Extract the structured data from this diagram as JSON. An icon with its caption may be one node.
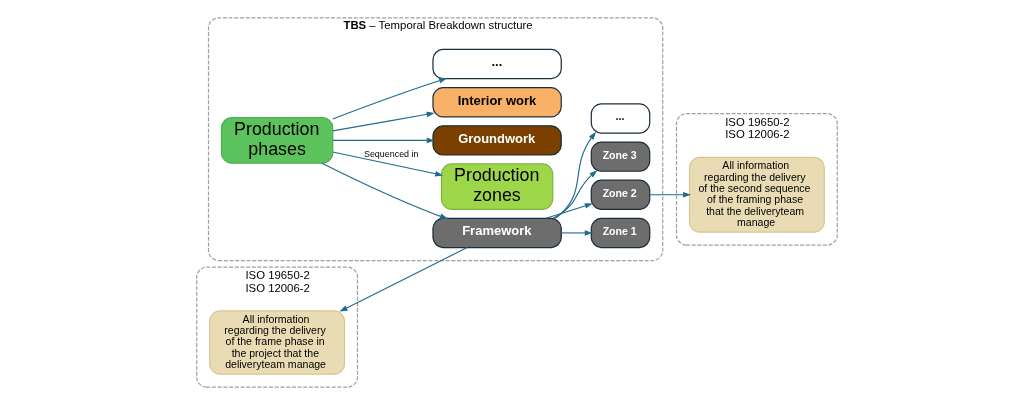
{
  "diagram": {
    "nodes": [
      {
        "text": [
          "**TBS** – Temporal Breakdown structure"
        ]
      },
      {
        "text": [
          "Production phases"
        ],
        "in": 0
      },
      {
        "text": [
          "Production zones"
        ],
        "in": 0
      },
      {
        "text": [
          "Groundwork"
        ],
        "in": 0
      },
      {
        "text": [
          "Framework"
        ],
        "in": 0
      },
      {
        "text": [
          "Interior work"
        ],
        "in": 0
      },
      {
        "text": [
          "..."
        ],
        "in": 0
      },
      {
        "text": [
          "Zone 1"
        ],
        "in": 0
      },
      {
        "text": [
          "Zone 2"
        ],
        "in": 0
      },
      {
        "text": [
          "Zone 3"
        ],
        "in": 0
      },
      {
        "text": [
          "..."
        ],
        "in": 0
      },
      {
        "text": [
          "ISO 19650-2",
          "ISO 12006-2"
        ]
      },
      {
        "text": [
          "All information regarding the delivery of the frame phase in the project that the deliveryteam manage"
        ],
        "in": 11
      },
      {
        "text": [
          "ISO 19650-2",
          "ISO 12006-2"
        ]
      },
      {
        "text": [
          "All information regarding the delivery of the second sequence of the framing phase that the deliveryteam manage"
        ],
        "in": 13
      }
    ],
    "edges": [
      {
        "from": 1,
        "to": 2,
        "arrow": "to",
        "label": "Sequenced in"
      },
      {
        "from": 1,
        "to": 3,
        "arrow": "to"
      },
      {
        "from": 1,
        "to": 4,
        "arrow": "to"
      },
      {
        "from": 1,
        "to": 5,
        "arrow": "to"
      },
      {
        "from": 1,
        "to": 6,
        "arrow": "to"
      },
      {
        "from": 4,
        "to": 12,
        "arrow": "to"
      },
      {
        "from": 4,
        "to": 7,
        "arrow": "to"
      },
      {
        "from": 4,
        "to": 8,
        "arrow": "to"
      },
      {
        "from": 4,
        "to": 9,
        "arrow": "to"
      },
      {
        "from": 4,
        "to": 10,
        "arrow": "to"
      },
      {
        "from": 8,
        "to": 14,
        "arrow": "to"
      }
    ]
  }
}
